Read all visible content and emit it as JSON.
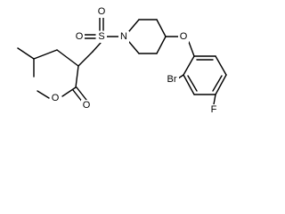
{
  "molecule": {
    "atoms": {
      "sulfur": "S",
      "sulfonyl_oxygen_top": "O",
      "sulfonyl_oxygen_left": "O",
      "piperidine_nitrogen": "N",
      "ether_oxygen": "O",
      "bromine": "Br",
      "fluorine": "F",
      "carbonyl_oxygen": "O",
      "ester_oxygen": "O"
    }
  }
}
